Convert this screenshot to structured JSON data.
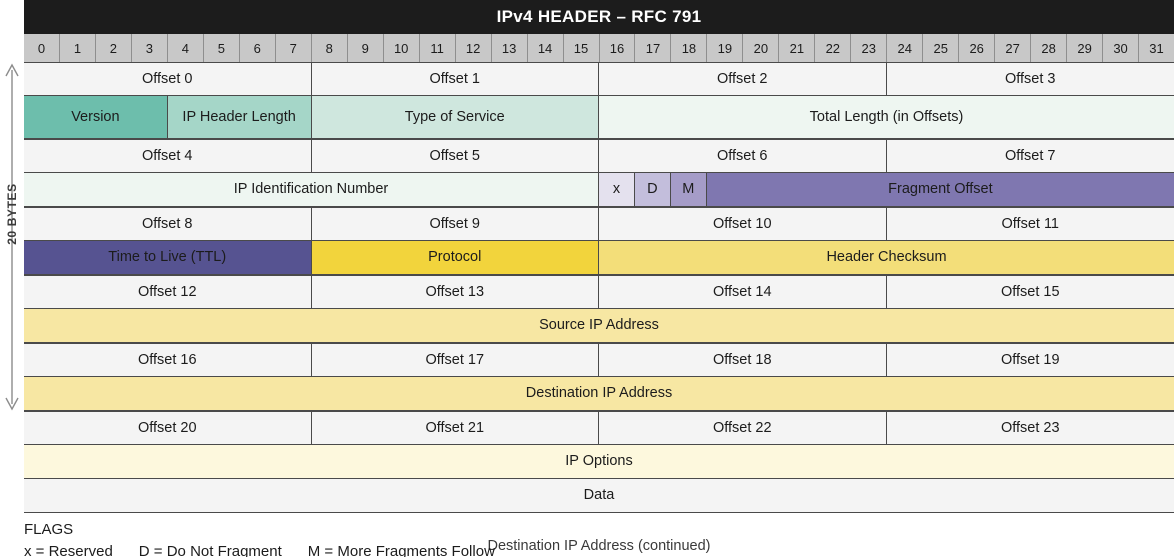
{
  "title": "IPv4 HEADER – RFC 791",
  "bits": [
    "0",
    "1",
    "2",
    "3",
    "4",
    "5",
    "6",
    "7",
    "8",
    "9",
    "10",
    "11",
    "12",
    "13",
    "14",
    "15",
    "16",
    "17",
    "18",
    "19",
    "20",
    "21",
    "22",
    "23",
    "24",
    "25",
    "26",
    "27",
    "28",
    "29",
    "30",
    "31"
  ],
  "side_label": "20 BYTES",
  "rows": [
    {
      "type": "offsets",
      "cells": [
        {
          "label": "Offset 0",
          "span": "w8"
        },
        {
          "label": "Offset 1",
          "span": "w8"
        },
        {
          "label": "Offset 2",
          "span": "w8"
        },
        {
          "label": "Offset 3",
          "span": "w8"
        }
      ]
    },
    {
      "type": "fields",
      "tall": true,
      "cells": [
        {
          "label": "Version",
          "span": "w4",
          "color": "#6dbeac"
        },
        {
          "label": "IP Header Length",
          "span": "w4",
          "color": "#a5d6c8"
        },
        {
          "label": "Type of Service",
          "span": "w8",
          "color": "#cfe7de"
        },
        {
          "label": "Total Length (in Offsets)",
          "span": "w16",
          "color": "#eef6f1"
        }
      ]
    },
    {
      "type": "offsets",
      "cells": [
        {
          "label": "Offset 4",
          "span": "w8"
        },
        {
          "label": "Offset 5",
          "span": "w8"
        },
        {
          "label": "Offset 6",
          "span": "w8"
        },
        {
          "label": "Offset 7",
          "span": "w8"
        }
      ]
    },
    {
      "type": "fields",
      "cells": [
        {
          "label": "IP Identification Number",
          "span": "w16",
          "color": "#eef6f1"
        },
        {
          "label": "x",
          "span": "w1",
          "color": "#e4e1ee"
        },
        {
          "label": "D",
          "span": "w1",
          "color": "#c3bedc"
        },
        {
          "label": "M",
          "span": "w1",
          "color": "#a59cc8"
        },
        {
          "label": "Fragment Offset",
          "span": "w13",
          "color": "#7f77b0"
        }
      ]
    },
    {
      "type": "offsets",
      "cells": [
        {
          "label": "Offset 8",
          "span": "w8"
        },
        {
          "label": "Offset 9",
          "span": "w8"
        },
        {
          "label": "Offset 10",
          "span": "w8"
        },
        {
          "label": "Offset 11",
          "span": "w8"
        }
      ]
    },
    {
      "type": "fields",
      "cells": [
        {
          "label": "Time to Live (TTL)",
          "span": "w8",
          "color": "#565391"
        },
        {
          "label": "Protocol",
          "span": "w8",
          "color": "#f2d43c"
        },
        {
          "label": "Header Checksum",
          "span": "w16",
          "color": "#f3de79"
        }
      ]
    },
    {
      "type": "offsets",
      "cells": [
        {
          "label": "Offset 12",
          "span": "w8"
        },
        {
          "label": "Offset 13",
          "span": "w8"
        },
        {
          "label": "Offset 14",
          "span": "w8"
        },
        {
          "label": "Offset 15",
          "span": "w8"
        }
      ]
    },
    {
      "type": "fields",
      "cells": [
        {
          "label": "Source IP Address",
          "span": "w32",
          "color": "#f7e7a3"
        }
      ]
    },
    {
      "type": "offsets",
      "cells": [
        {
          "label": "Offset 16",
          "span": "w8"
        },
        {
          "label": "Offset 17",
          "span": "w8"
        },
        {
          "label": "Offset 18",
          "span": "w8"
        },
        {
          "label": "Offset 19",
          "span": "w8"
        }
      ]
    },
    {
      "type": "fields",
      "cells": [
        {
          "label": "Destination IP Address",
          "span": "w32",
          "color": "#f7e7a3"
        }
      ]
    },
    {
      "type": "offsets",
      "cells": [
        {
          "label": "Offset 20",
          "span": "w8"
        },
        {
          "label": "Offset 21",
          "span": "w8"
        },
        {
          "label": "Offset 22",
          "span": "w8"
        },
        {
          "label": "Offset 23",
          "span": "w8"
        }
      ]
    },
    {
      "type": "fields",
      "cells": [
        {
          "label": "IP Options",
          "span": "w32",
          "color": "#fdf8dd"
        }
      ]
    },
    {
      "type": "fields",
      "cells": [
        {
          "label": "Data",
          "span": "w32",
          "color": "#f4f4f4"
        }
      ]
    }
  ],
  "clipped_row": {
    "label": "Destination IP Address (continued)"
  },
  "footer": {
    "flags_title": "FLAGS",
    "legend": [
      "x = Reserved",
      "D = Do Not Fragment",
      "M = More Fragments Follow"
    ]
  }
}
